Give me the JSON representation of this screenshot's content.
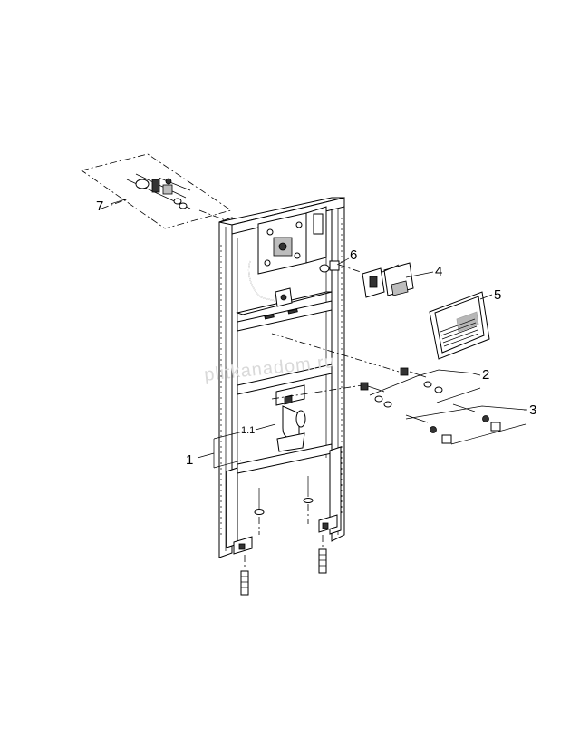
{
  "labels": {
    "l1": "1",
    "l1_1": "1.1",
    "l2": "2",
    "l3": "3",
    "l4": "4",
    "l5": "5",
    "l6": "6",
    "l7": "7"
  },
  "watermark": "plitkanadom.ru"
}
